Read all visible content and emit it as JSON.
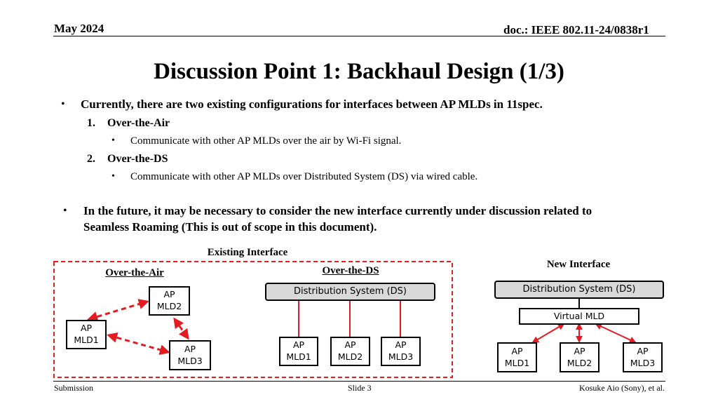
{
  "header": {
    "date": "May 2024",
    "doc": "doc.: IEEE 802.11-24/0838r1"
  },
  "title": "Discussion Point 1: Backhaul Design (1/3)",
  "body": {
    "bullet1": "Currently, there are two existing configurations for interfaces between AP MLDs in 11spec.",
    "item1_num": "1.",
    "item1_label": "Over-the-Air",
    "item1_sub": "Communicate with other AP MLDs over the air by Wi-Fi signal.",
    "item2_num": "2.",
    "item2_label": "Over-the-DS",
    "item2_sub": "Communicate with other AP MLDs over Distributed System (DS) via wired cable.",
    "bullet2_line1": "In the future, it may be necessary to consider the new interface currently under discussion related to",
    "bullet2_line2": "Seamless Roaming (This is out of scope in this document)."
  },
  "diagram": {
    "existing_label": "Existing Interface",
    "new_label": "New Interface",
    "ota_label": "Over-the-Air",
    "ods_label": "Over-the-DS",
    "ota_nodes": {
      "mld2": [
        "AP",
        "MLD2"
      ],
      "mld1": [
        "AP",
        "MLD1"
      ],
      "mld3": [
        "AP",
        "MLD3"
      ]
    },
    "ods_ds": "Distribution System (DS)",
    "ods_nodes": [
      [
        "AP",
        "MLD1"
      ],
      [
        "AP",
        "MLD2"
      ],
      [
        "AP",
        "MLD3"
      ]
    ],
    "new_ds": "Distribution System (DS)",
    "virtual": "Virtual MLD",
    "new_nodes": [
      [
        "AP",
        "MLD1"
      ],
      [
        "AP",
        "MLD2"
      ],
      [
        "AP",
        "MLD3"
      ]
    ],
    "colors": {
      "red": "#e31b23",
      "dash_border": "#e31b23",
      "ds_fill": "#d9d9d9"
    }
  },
  "footer": {
    "left": "Submission",
    "center": "Slide 3",
    "right": "Kosuke Aio (Sony), et al."
  }
}
